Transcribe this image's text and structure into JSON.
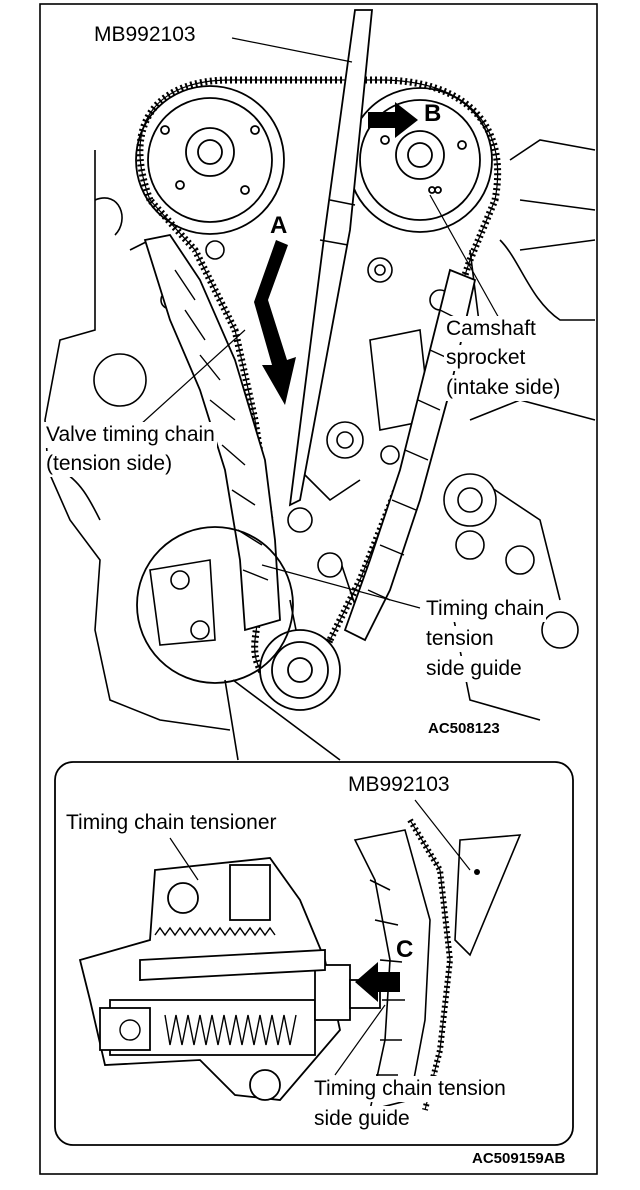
{
  "top_view": {
    "tool_label": "MB992103",
    "arrow_a": "A",
    "arrow_b": "B",
    "camshaft_line1": "Camshaft",
    "camshaft_line2": "sprocket",
    "camshaft_line3": "(intake side)",
    "chain_line1": "Valve timing chain",
    "chain_line2": "(tension side)",
    "guide_line1": "Timing chain",
    "guide_line2": "tension",
    "guide_line3": "side guide",
    "figure_code": "AC508123"
  },
  "detail_view": {
    "tool_label": "MB992103",
    "tensioner_label": "Timing chain tensioner",
    "arrow_c": "C",
    "guide_line1": "Timing chain tension",
    "guide_line2": "side guide"
  },
  "figure_code": "AC509159AB"
}
